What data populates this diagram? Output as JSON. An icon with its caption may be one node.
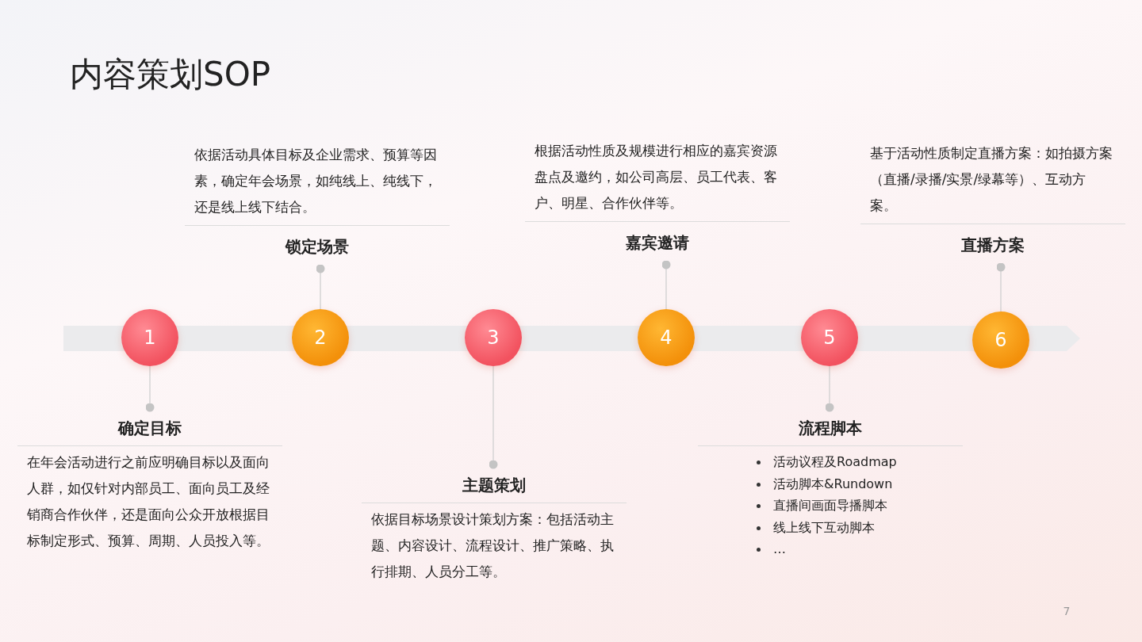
{
  "diagram": {
    "title": "内容策划SOP",
    "nodes": [
      {
        "text": [
          "1"
        ]
      },
      {
        "text": [
          "2"
        ]
      },
      {
        "text": [
          "3"
        ]
      },
      {
        "text": [
          "4"
        ]
      },
      {
        "text": [
          "5"
        ]
      },
      {
        "text": [
          "6"
        ]
      },
      {
        "text": [
          "确定目标",
          "在年会活动进行之前应明确目标以及面向人群，如仅针对内部员工、面向员工及经销商合作伙伴，还是面向公众开放根据目标制定形式、预算、周期、人员投入等。"
        ]
      },
      {
        "text": [
          "依据活动具体目标及企业需求、预算等因素，确定年会场景，如纯线上、纯线下，还是线上线下结合。",
          "锁定场景"
        ]
      },
      {
        "text": [
          "主题策划",
          "依据目标场景设计策划方案：包括活动主题、内容设计、流程设计、推广策略、执行排期、人员分工等。"
        ]
      },
      {
        "text": [
          "根据活动性质及规模进行相应的嘉宾资源盘点及邀约，如公司高层、员工代表、客户、明星、合作伙伴等。",
          "嘉宾邀请"
        ]
      },
      {
        "text": [
          "流程脚本",
          "活动议程及Roadmap",
          "活动脚本&Rundown",
          "直播间画面导播脚本",
          "线上线下互动脚本",
          "…"
        ]
      },
      {
        "text": [
          "基于活动性质制定直播方案：如拍摄方案（直播/录播/实景/绿幕等）、互动方案。",
          "直播方案"
        ]
      }
    ],
    "edges": [
      {
        "from": 0,
        "to": 6,
        "arrow": "other"
      },
      {
        "from": 1,
        "to": 7,
        "arrow": "other"
      },
      {
        "from": 2,
        "to": 8,
        "arrow": "other"
      },
      {
        "from": 3,
        "to": 9,
        "arrow": "other"
      },
      {
        "from": 4,
        "to": 10,
        "arrow": "other"
      },
      {
        "from": 5,
        "to": 11,
        "arrow": "other"
      }
    ],
    "labels": [
      "7"
    ]
  }
}
